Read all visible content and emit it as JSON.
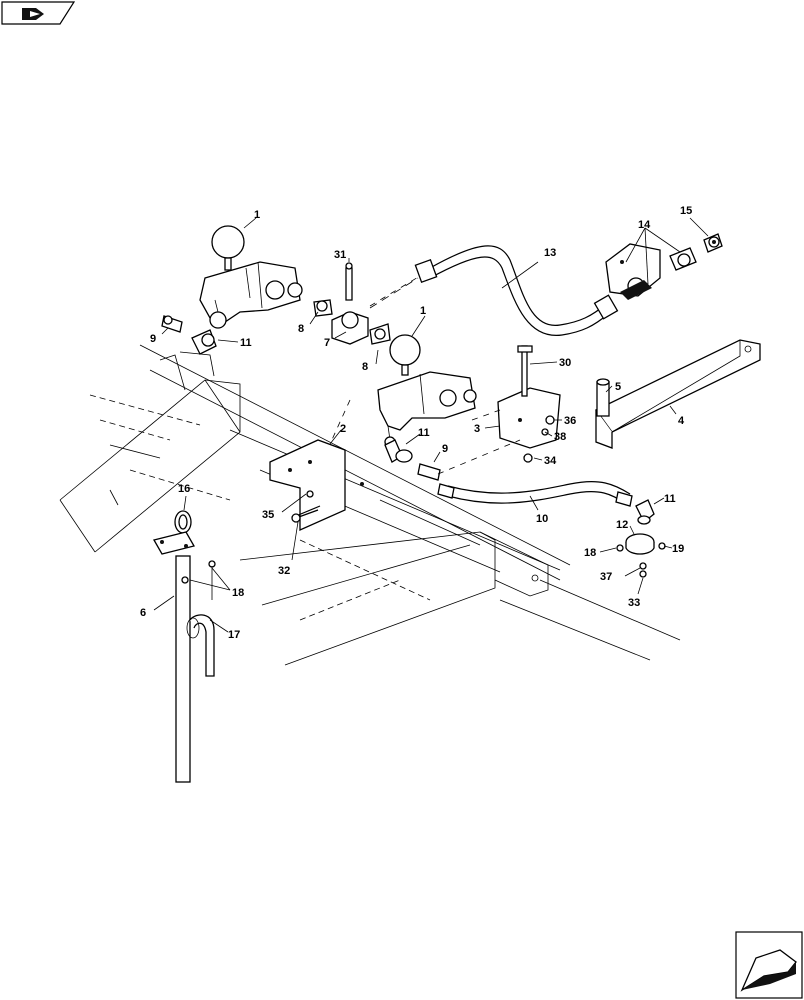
{
  "diagram": {
    "callouts": [
      {
        "id": "c1a",
        "text": "1"
      },
      {
        "id": "c1b",
        "text": "1"
      },
      {
        "id": "c2",
        "text": "2"
      },
      {
        "id": "c3",
        "text": "3"
      },
      {
        "id": "c4",
        "text": "4"
      },
      {
        "id": "c5",
        "text": "5"
      },
      {
        "id": "c6",
        "text": "6"
      },
      {
        "id": "c7",
        "text": "7"
      },
      {
        "id": "c8a",
        "text": "8"
      },
      {
        "id": "c8b",
        "text": "8"
      },
      {
        "id": "c9a",
        "text": "9"
      },
      {
        "id": "c9b",
        "text": "9"
      },
      {
        "id": "c10",
        "text": "10"
      },
      {
        "id": "c11a",
        "text": "11"
      },
      {
        "id": "c11b",
        "text": "11"
      },
      {
        "id": "c11c",
        "text": "11"
      },
      {
        "id": "c12",
        "text": "12"
      },
      {
        "id": "c13",
        "text": "13"
      },
      {
        "id": "c14",
        "text": "14"
      },
      {
        "id": "c15",
        "text": "15"
      },
      {
        "id": "c16",
        "text": "16"
      },
      {
        "id": "c17",
        "text": "17"
      },
      {
        "id": "c18a",
        "text": "18"
      },
      {
        "id": "c18b",
        "text": "18"
      },
      {
        "id": "c19",
        "text": "19"
      },
      {
        "id": "c30",
        "text": "30"
      },
      {
        "id": "c31",
        "text": "31"
      },
      {
        "id": "c32",
        "text": "32"
      },
      {
        "id": "c33",
        "text": "33"
      },
      {
        "id": "c34",
        "text": "34"
      },
      {
        "id": "c35",
        "text": "35"
      },
      {
        "id": "c36",
        "text": "36"
      },
      {
        "id": "c37",
        "text": "37"
      },
      {
        "id": "c38",
        "text": "38"
      }
    ]
  }
}
